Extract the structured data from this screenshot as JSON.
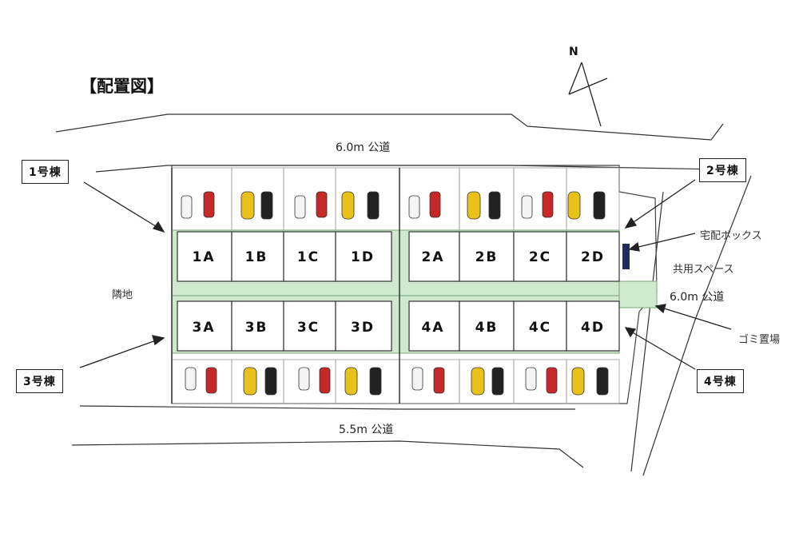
{
  "title": "【配置図】",
  "north_label": "N",
  "roads": {
    "top": "6.0m 公道",
    "right": "6.0m 公道",
    "bottom": "5.5m 公道"
  },
  "labels": {
    "neighbor": "隣地",
    "delivery_box": "宅配ボックス",
    "common_space": "共用スペース",
    "garbage": "ゴミ置場"
  },
  "buildings": {
    "b1": "1号棟",
    "b2": "2号棟",
    "b3": "3号棟",
    "b4": "4号棟"
  },
  "units_top": [
    "1A",
    "1B",
    "1C",
    "1D",
    "2A",
    "2B",
    "2C",
    "2D"
  ],
  "units_bottom": [
    "3A",
    "3B",
    "3C",
    "3D",
    "4A",
    "4B",
    "4C",
    "4D"
  ],
  "colors": {
    "green_strip": "#cfe9cf",
    "car_red": "#c62828",
    "car_yellow": "#e8c21a",
    "car_black": "#222222",
    "car_white": "#f4f4f4",
    "delivery_box": "#1f2c5c"
  }
}
